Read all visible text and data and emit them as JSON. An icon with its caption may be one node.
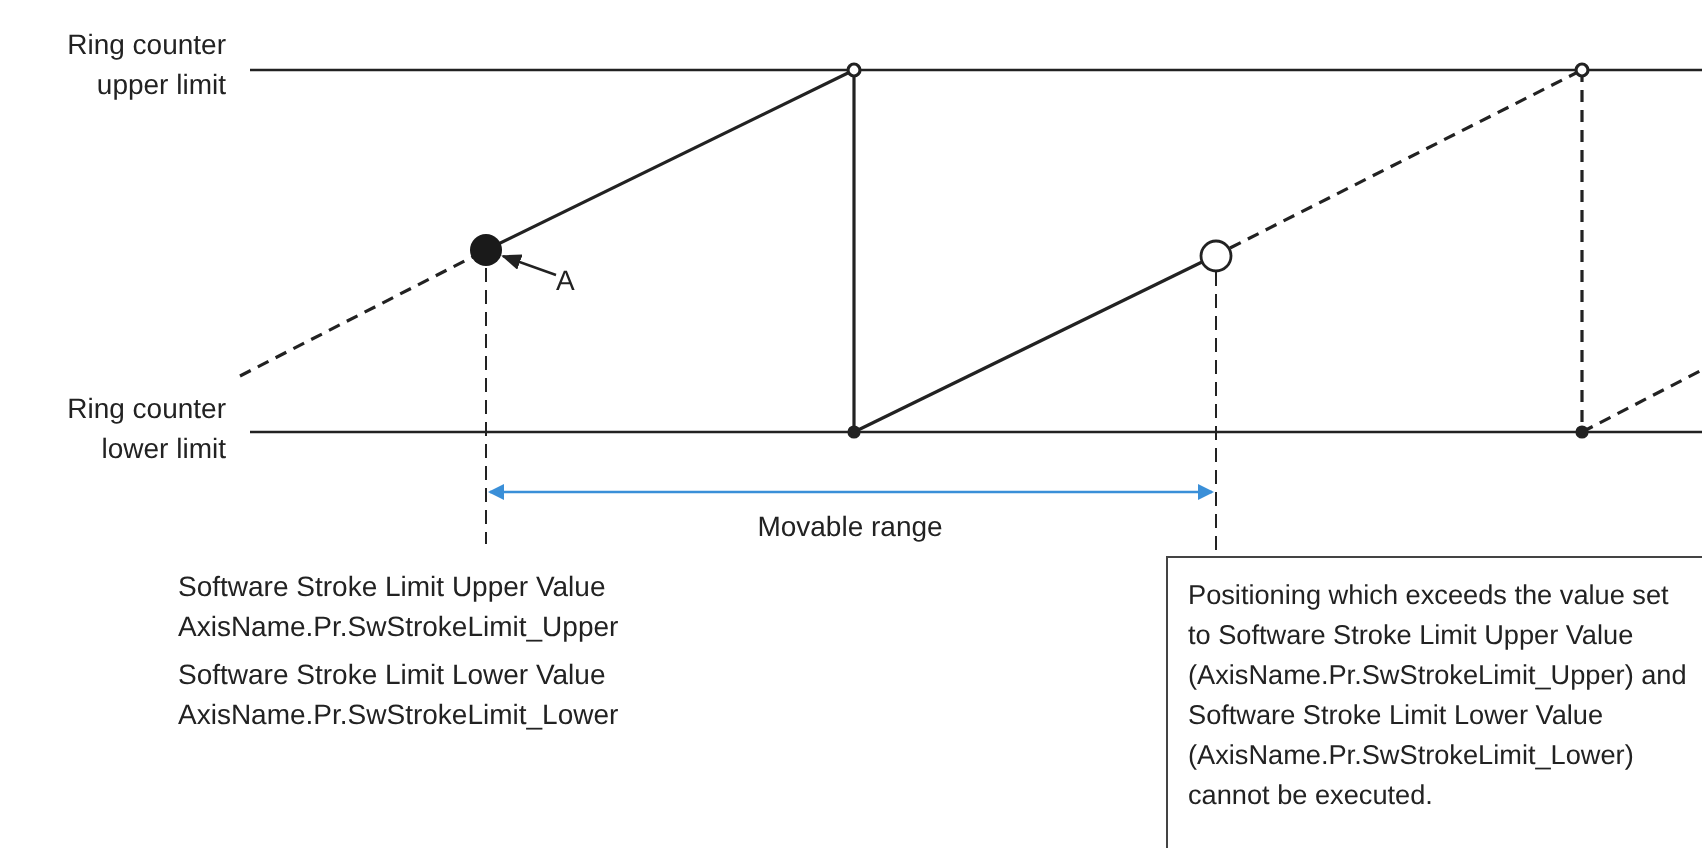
{
  "diagram": {
    "nodes": [
      {
        "text": [
          "A"
        ]
      },
      {
        "text": [],
        "shape": "circle"
      },
      {
        "text": [
          "Positioning which exceeds the value set to Software Stroke Limit Upper Value (AxisName.Pr.SwStrokeLimit_Upper) and Software Stroke Limit Lower Value (AxisName.Pr.SwStrokeLimit_Lower) cannot be executed."
        ]
      }
    ],
    "edges": [
      {
        "from": 0,
        "to": 1,
        "arrow": "to"
      }
    ],
    "labels": [
      "Ring counter upper limit",
      "Ring counter lower limit",
      "Movable range",
      "Software Stroke Limit Upper Value",
      "AxisName.Pr.SwStrokeLimit_Upper",
      "Software Stroke Limit Lower Value",
      "AxisName.Pr.SwStrokeLimit_Lower"
    ]
  }
}
